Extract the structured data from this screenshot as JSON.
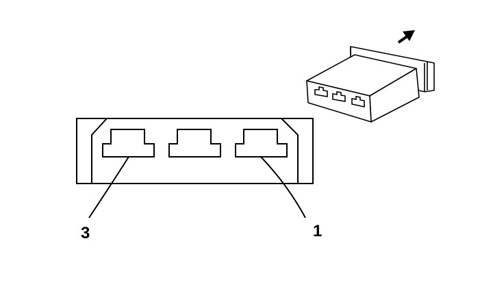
{
  "diagram": {
    "callouts": [
      {
        "id": "pin-3",
        "label": "3"
      },
      {
        "id": "pin-1",
        "label": "1"
      }
    ],
    "icons": [
      "connector-face-view",
      "connector-3d-view",
      "direction-arrow-icon"
    ]
  }
}
